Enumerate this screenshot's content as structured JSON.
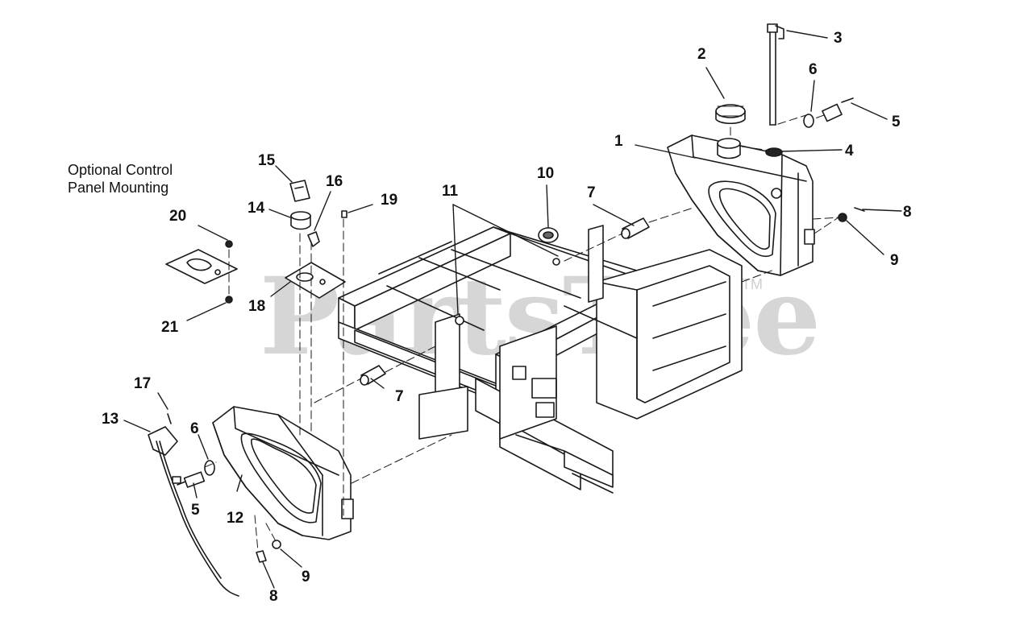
{
  "watermark": {
    "text": "PartsTree",
    "trademark": "TM"
  },
  "note": {
    "line1": "Optional Control",
    "line2": "Panel Mounting"
  },
  "callouts": [
    {
      "id": "c1",
      "text": "1"
    },
    {
      "id": "c2",
      "text": "2"
    },
    {
      "id": "c3",
      "text": "3"
    },
    {
      "id": "c4",
      "text": "4"
    },
    {
      "id": "c5a",
      "text": "5"
    },
    {
      "id": "c6a",
      "text": "6"
    },
    {
      "id": "c7a",
      "text": "7"
    },
    {
      "id": "c8a",
      "text": "8"
    },
    {
      "id": "c9a",
      "text": "9"
    },
    {
      "id": "c10",
      "text": "10"
    },
    {
      "id": "c11",
      "text": "11"
    },
    {
      "id": "c14",
      "text": "14"
    },
    {
      "id": "c15",
      "text": "15"
    },
    {
      "id": "c16",
      "text": "16"
    },
    {
      "id": "c19",
      "text": "19"
    },
    {
      "id": "c20",
      "text": "20"
    },
    {
      "id": "c18",
      "text": "18"
    },
    {
      "id": "c21",
      "text": "21"
    },
    {
      "id": "c7b",
      "text": "7"
    },
    {
      "id": "c17",
      "text": "17"
    },
    {
      "id": "c13",
      "text": "13"
    },
    {
      "id": "c6b",
      "text": "6"
    },
    {
      "id": "c5b",
      "text": "5"
    },
    {
      "id": "c12",
      "text": "12"
    },
    {
      "id": "c9b",
      "text": "9"
    },
    {
      "id": "c8b",
      "text": "8"
    }
  ],
  "colors": {
    "line": "#1a1a1a",
    "watermark": "#d6d6d6",
    "fill": "#ffffff"
  }
}
